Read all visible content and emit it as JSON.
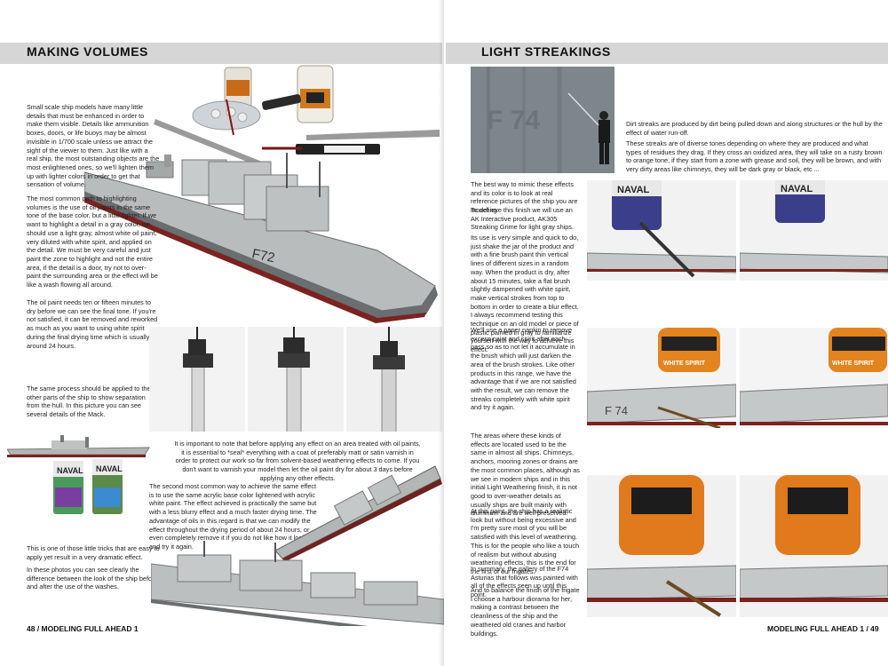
{
  "left_page": {
    "title": "MAKING VOLUMES",
    "para1": "Small scale ship models have many little details that must be enhanced in order to make them visible. Details like ammunition boxes, doors, or life buoys may be almost invisible in 1/700 scale unless we attract the sight of the viewer to them. Just like with a real ship, the most outstanding objects are the most enlightened ones, so we'll lighten them up with lighter colors in order to get that sensation of volume.",
    "para2": "The most common path to highlighting volumes is the use of oil paints in the same tone of the base color, but a little lighter. If we want to highlight a detail in a gray color, we should use a light gray, almost white oil paint, very diluted with white spirit, and applied on the detail. We must be very careful and just paint the zone to highlight and not the entire area, if the detail is a door, try not to over-paint the surrounding area or the effect will be like a wash flowing all around.",
    "para3": "The oil paint needs ten or fifteen minutes to dry before we can see the final tone. If you're not satisfied, it can be removed and reworked as much as you want to using white spirit during the final drying time which is usually around 24 hours.",
    "para4": "The same process should be applied to the other parts of the ship to show separation from the hull. In this picture you can see several details of the Mack.",
    "para5": "It is important to note that before applying any effect on an area treated with oil paints, it is essential to *seal* everything with a coat of preferably matt or satin varnish in order to protect our work so far from solvent-based weathering effects to come. If you don't want to varnish your model then let the oil paint dry for about 3 days before applying any other effects.",
    "para6": "The second most common way to achieve the same effect is to use the same acrylic base color lightened with acrylic white paint. The effect achieved is practically the same but with a less blurry effect and a much faster drying time. The advantage of oils in this regard is that we can modify the effect throughout the drying period of about 24 hours, or even completely remove it if you do not like how it looks and try it again.",
    "para7": "This is one of those little tricks that are easy to apply yet result in a very dramatic effect.",
    "para8": "In these photos you can see clearly the difference between the look of the ship before and after the use of the washes.",
    "folio": "48 / MODELING FULL AHEAD 1",
    "hull_number": "F72",
    "bottle_label": "NAVAL"
  },
  "right_page": {
    "title": "LIGHT STREAKINGS",
    "intro1": "Dirt streaks are produced by dirt being pulled down and along structures or the hull by the effect of water run-off.",
    "intro2": "These streaks are of diverse tones depending on where they are produced and what types of residues they drag. If they cross an oxidized area, they will take on a rusty brown to orange tone, if they start from a zone with grease and soil, they will be brown, and with very dirty areas like chimneys, they will be dark gray or black, etc ...",
    "col1": "The best way to mimic these effects and its color is to look at real reference pictures of the ship you are modeling.",
    "col2": "To achieve this finish we will use an AK Interactive product, AK305 Streaking Grime for light gray ships.",
    "col3": "Its use is very simple and quick to do, just shake the jar of the product and with a fine brush paint thin vertical lines of different sizes in a random way. When the product is dry, after about 15 minutes, take a flat brush slightly dampened with white spirit, make vertical strokes from top to bottom in order to create a blur effect. I always recommend testing this technique on an old model or piece of plastic painted in gray to familiarize yourself with the way to achieve this effect.",
    "col4": "We'll use a paper napkin to remove excess paint and spirit after each pass so as to not let it accumulate in the brush which will just darken the area of the brush strokes. Like other products in this range, we have the advantage that if we are not satisfied with the result, we can remove the streaks completely with white spirit and try it again.",
    "col5": "The areas where these kinds of effects are located used to be the same in almost all ships. Chimneys, anchors, mooring zones or drains are the most common places, although as we see in modern ships and in this initial Light Weathering finish, it is not good to over-weather details as usually ships are built mainly with aluminum and are well preserved.",
    "col6": "At this point, the ship has a realistic look but without being excessive and I'm pretty sure most of you will be satisfied with this level of weathering. This is for the people who like a touch of realism but without abusing weathering effects, this is the end for the first of our frigates.",
    "col7": "In summary, the gallery of the F74 Asturias that follows was painted with all of the effects seen up until this point.",
    "col8": "And to balance the finish of the frigate I choose a harbour diorama for her, making a contrast between the cleanliness of the ship and the weathered old cranes and harbor buildings.",
    "folio": "MODELING FULL AHEAD 1 / 49",
    "wall_text": "F 74",
    "hull_number": "F 74",
    "bottle_label": "NAVAL",
    "jar_label": "WHITE SPIRIT"
  }
}
